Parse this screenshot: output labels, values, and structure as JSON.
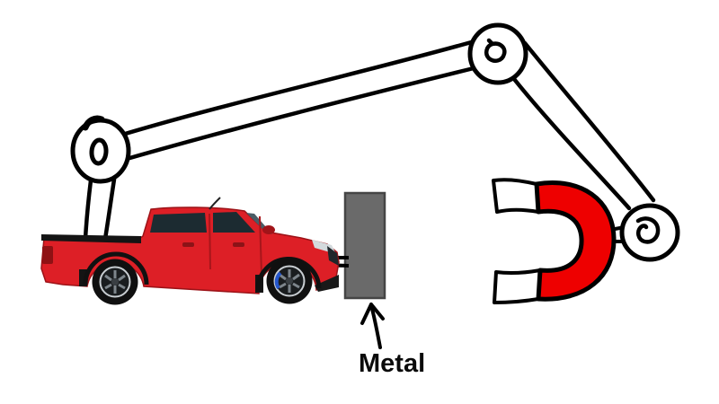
{
  "labels": {
    "metal": "Metal"
  },
  "colors": {
    "background": "#ffffff",
    "ink": "#000000",
    "magnet_red": "#ee0000",
    "magnet_pole": "#ffffff",
    "truck_red": "#dd1f26",
    "metal_gray": "#6a6a6a"
  },
  "parts": {
    "crane_arm": "articulated-crane-arm",
    "joints": [
      "joint-left",
      "joint-top",
      "joint-right"
    ],
    "magnet": "horseshoe-magnet",
    "truck": "red-pickup-truck",
    "metal_block": "metal-block",
    "arrow": "metal-pointer-arrow"
  }
}
